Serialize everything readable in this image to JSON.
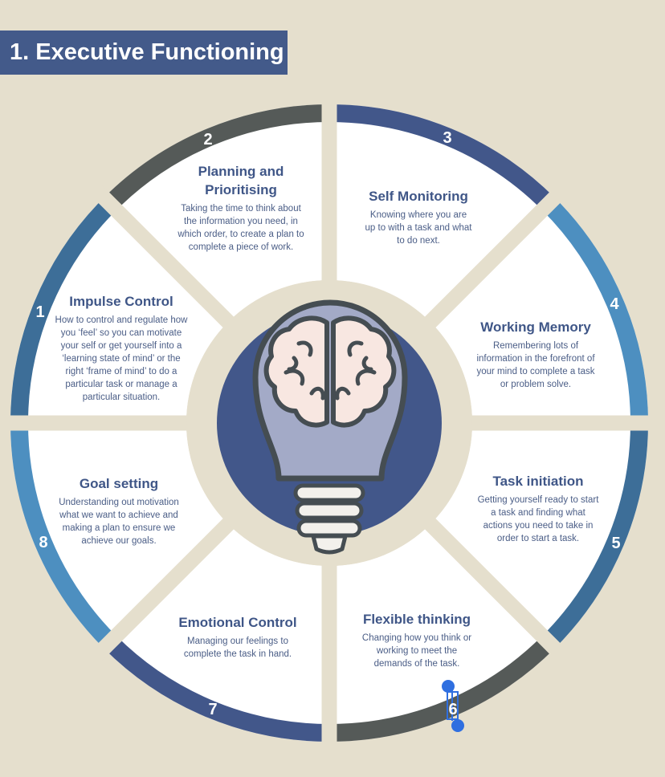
{
  "title": "1. Executive Functioning",
  "colors": {
    "background": "#e5dfcd",
    "segment_fill": "#ffffff",
    "banner": "#435a8a",
    "heading_text": "#3f5687",
    "body_text": "#4a5d86",
    "bulb_disc": "#42578a",
    "bulb_glass": "#a3aac7",
    "brain": "#f8e7e1",
    "outline": "#454d52"
  },
  "segments": [
    {
      "number": "1",
      "title": "Impulse Control",
      "description": "How to control and regulate how you ‘feel’ so you can motivate your self or get yourself into a ‘learning state of mind’ or the right ‘frame of mind’ to do a particular task or manage a particular situation.",
      "arc_color": "#3d6e98"
    },
    {
      "number": "2",
      "title": "Planning and Prioritising",
      "description": "Taking the time to think about the information you need, in which order, to create a plan to complete a piece of work.",
      "arc_color": "#555a58"
    },
    {
      "number": "3",
      "title": "Self Monitoring",
      "description": "Knowing where you are up to with a task and what to do next.",
      "arc_color": "#42578a"
    },
    {
      "number": "4",
      "title": "Working Memory",
      "description": "Remembering lots of information in the forefront of your mind to complete a task or problem solve.",
      "arc_color": "#4d8fc0"
    },
    {
      "number": "5",
      "title": "Task initiation",
      "description": "Getting yourself ready to start a task and finding what actions you need to take in order to start a task.",
      "arc_color": "#3d6e98"
    },
    {
      "number": "6",
      "title": "Flexible thinking",
      "description": "Changing how you think or working to meet the demands of the task.",
      "arc_color": "#555a58"
    },
    {
      "number": "7",
      "title": "Emotional Control",
      "description": "Managing our feelings to complete the task in hand.",
      "arc_color": "#42578a"
    },
    {
      "number": "8",
      "title": "Goal setting",
      "description": "Understanding out motivation what we want to achieve and making a plan to ensure we achieve our goals.",
      "arc_color": "#4d8fc0"
    }
  ],
  "icons": {
    "center": "lightbulb-brain-icon",
    "selection": "text-selection-handle-icon"
  }
}
